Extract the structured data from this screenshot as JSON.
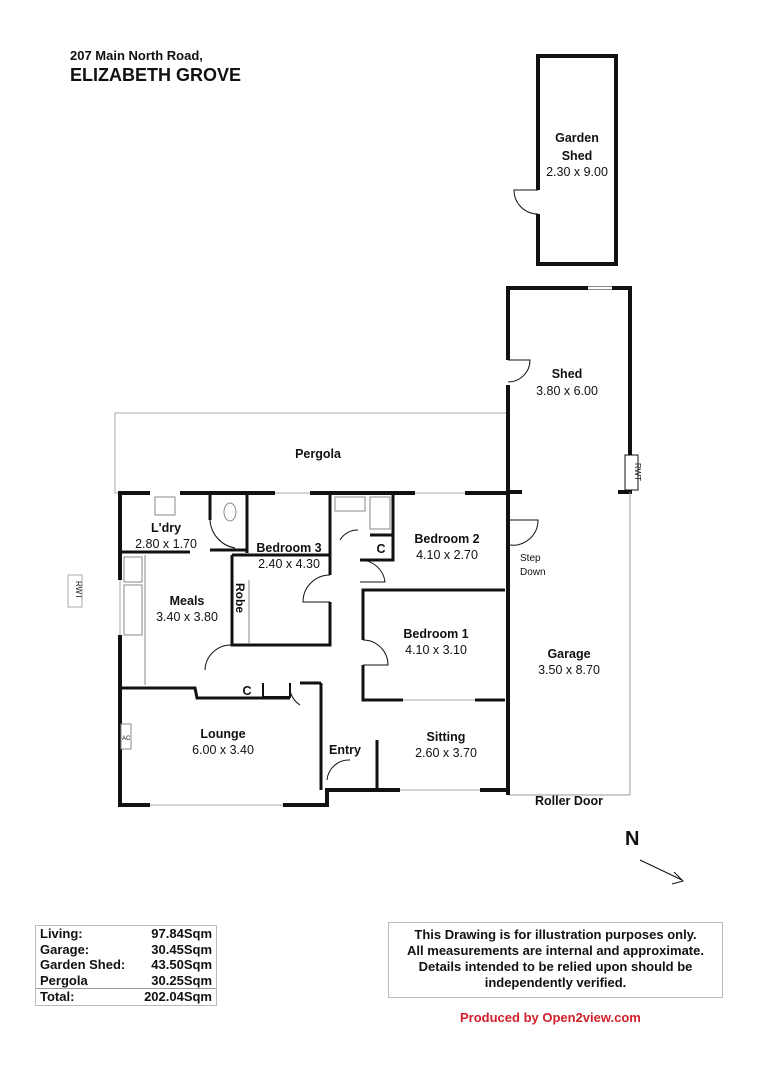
{
  "header": {
    "address": "207 Main North Road,",
    "suburb": "ELIZABETH GROVE"
  },
  "rooms": {
    "garden_shed": {
      "name1": "Garden",
      "name2": "Shed",
      "dims": "2.30 x 9.00"
    },
    "shed": {
      "name": "Shed",
      "dims": "3.80 x 6.00"
    },
    "pergola": {
      "name": "Pergola"
    },
    "laundry": {
      "name": "L'dry",
      "dims": "2.80 x 1.70"
    },
    "bedroom3": {
      "name": "Bedroom 3",
      "dims": "2.40 x 4.30"
    },
    "bedroom2": {
      "name": "Bedroom 2",
      "dims": "4.10 x 2.70"
    },
    "bedroom1": {
      "name": "Bedroom 1",
      "dims": "4.10 x 3.10"
    },
    "meals": {
      "name": "Meals",
      "dims": "3.40 x 3.80"
    },
    "lounge": {
      "name": "Lounge",
      "dims": "6.00 x 3.40"
    },
    "sitting": {
      "name": "Sitting",
      "dims": "2.60 x 3.70"
    },
    "garage": {
      "name": "Garage",
      "dims": "3.50 x 8.70"
    },
    "entry": {
      "name": "Entry"
    }
  },
  "labels": {
    "robe": "Robe",
    "cupboard": "C",
    "rwt": "RWT",
    "ac": "AC",
    "step1": "Step",
    "step2": "Down",
    "roller_door": "Roller Door",
    "north": "N"
  },
  "areas": [
    {
      "label": "Living:",
      "value": "97.84Sqm"
    },
    {
      "label": "Garage:",
      "value": "30.45Sqm"
    },
    {
      "label": "Garden Shed:",
      "value": "43.50Sqm"
    },
    {
      "label": "Pergola",
      "value": "30.25Sqm"
    }
  ],
  "total": {
    "label": "Total:",
    "value": "202.04Sqm"
  },
  "disclaimer": [
    "This Drawing is for illustration purposes only.",
    "All measurements are internal and approximate.",
    "Details intended to be relied upon should be",
    "independently verified."
  ],
  "credit": "Produced by Open2view.com",
  "colors": {
    "credit": "#d0202a",
    "wall": "#111111"
  }
}
